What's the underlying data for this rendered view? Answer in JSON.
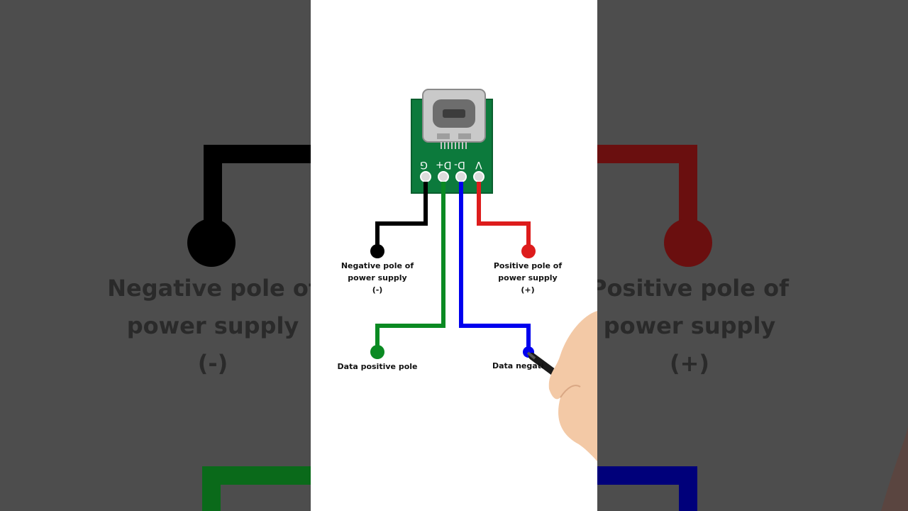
{
  "colors": {
    "gnd": "#000000",
    "dplus": "#0a8a22",
    "dminus": "#0000ee",
    "vcc": "#dd1c1c",
    "pcb": "#0c7a3c",
    "background_dim": "#4d4d4d"
  },
  "board": {
    "pins": [
      "G",
      "D+",
      "D-",
      "V"
    ]
  },
  "labels": {
    "negative": [
      "Negative pole of",
      "power supply",
      "(-)"
    ],
    "positive": [
      "Positive pole of",
      "power supply",
      "(+)"
    ],
    "data_positive": "Data positive pole",
    "data_negative": "Data negati"
  },
  "background_echo": {
    "left": [
      "Negative pole of",
      "power supply",
      "(-)"
    ],
    "right": [
      "Positive pole of",
      "power supply",
      "(+)"
    ]
  }
}
